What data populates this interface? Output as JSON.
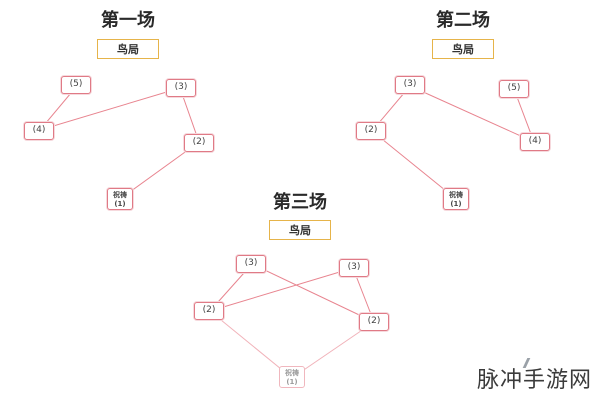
{
  "diagrams": [
    {
      "title": "第一场",
      "tag": "鸟局",
      "nodes": [
        {
          "id": "a5",
          "label": "(5)"
        },
        {
          "id": "a3",
          "label": "(3)"
        },
        {
          "id": "a4",
          "label": "(4)"
        },
        {
          "id": "a2",
          "label": "(2)"
        },
        {
          "id": "a1",
          "label": "祝祷\n(1)"
        }
      ]
    },
    {
      "title": "第二场",
      "tag": "鸟局",
      "nodes": [
        {
          "id": "b3",
          "label": "(3)"
        },
        {
          "id": "b5",
          "label": "(5)"
        },
        {
          "id": "b2",
          "label": "(2)"
        },
        {
          "id": "b4",
          "label": "(4)"
        },
        {
          "id": "b1",
          "label": "祝祷\n(1)"
        }
      ]
    },
    {
      "title": "第三场",
      "tag": "鸟局",
      "nodes": [
        {
          "id": "c3a",
          "label": "(3)"
        },
        {
          "id": "c3b",
          "label": "(3)"
        },
        {
          "id": "c2a",
          "label": "(2)"
        },
        {
          "id": "c2b",
          "label": "(2)"
        },
        {
          "id": "c1",
          "label": "祝祷\n(1)"
        }
      ]
    }
  ],
  "watermark": "脉冲手游网",
  "colors": {
    "node_border": "#e07a86",
    "edge": "#e8848f",
    "tag_border": "#e6b44a"
  }
}
